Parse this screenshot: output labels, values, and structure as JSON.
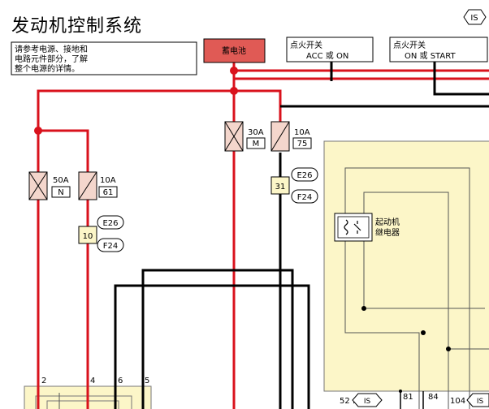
{
  "title": "发动机控制系统",
  "corner_badge": "IS",
  "note": [
    "请参考电源、接地和",
    "电路元件部分，了解",
    "整个电源的详情。"
  ],
  "battery": "蓄电池",
  "ign_acc": {
    "line1": "点火开关",
    "line2": "ACC 或 ON"
  },
  "ign_start": {
    "line1": "点火开关",
    "line2": "ON 或 START"
  },
  "fuses": {
    "f50": {
      "amp": "50A",
      "id": "N"
    },
    "f10a": {
      "amp": "10A",
      "id": "61"
    },
    "f30": {
      "amp": "30A",
      "id": "M"
    },
    "f10b": {
      "amp": "10A",
      "id": "75"
    }
  },
  "connectors": {
    "c10": "10",
    "c31": "31"
  },
  "ovals": {
    "e26": "E26",
    "f24": "F24"
  },
  "relay": {
    "line1": "起动机",
    "line2": "继电器"
  },
  "pins": {
    "p2": "2",
    "p4": "4",
    "p6": "6",
    "p5": "5",
    "p81": "81",
    "p84": "84"
  },
  "bottom_refs": {
    "r52": "52 :",
    "r104": "104 :",
    "is": "IS"
  },
  "colors": {
    "red": "#d9121c",
    "black": "#000000",
    "cream": "#fcf6c8",
    "battery": "#e05a55",
    "fuse": "#f4d6cc"
  }
}
